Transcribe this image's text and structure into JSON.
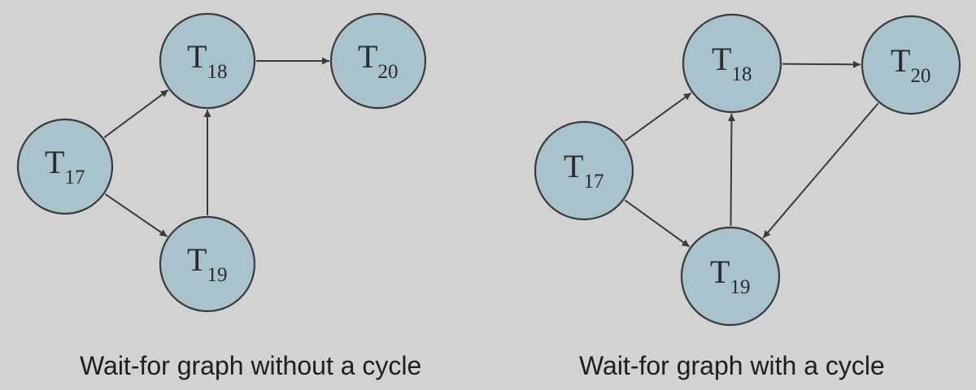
{
  "diagrams": [
    {
      "caption": "Wait-for graph without a cycle",
      "nodes": [
        {
          "id": "T17",
          "main": "T",
          "sub": "17"
        },
        {
          "id": "T18",
          "main": "T",
          "sub": "18"
        },
        {
          "id": "T19",
          "main": "T",
          "sub": "19"
        },
        {
          "id": "T20",
          "main": "T",
          "sub": "20"
        }
      ],
      "edges": [
        {
          "from": "T17",
          "to": "T18"
        },
        {
          "from": "T17",
          "to": "T19"
        },
        {
          "from": "T19",
          "to": "T18"
        },
        {
          "from": "T18",
          "to": "T20"
        }
      ]
    },
    {
      "caption": "Wait-for graph with a cycle",
      "nodes": [
        {
          "id": "T17",
          "main": "T",
          "sub": "17"
        },
        {
          "id": "T18",
          "main": "T",
          "sub": "18"
        },
        {
          "id": "T19",
          "main": "T",
          "sub": "19"
        },
        {
          "id": "T20",
          "main": "T",
          "sub": "20"
        }
      ],
      "edges": [
        {
          "from": "T17",
          "to": "T18"
        },
        {
          "from": "T17",
          "to": "T19"
        },
        {
          "from": "T19",
          "to": "T18"
        },
        {
          "from": "T18",
          "to": "T20"
        },
        {
          "from": "T20",
          "to": "T19"
        }
      ]
    }
  ],
  "colors": {
    "node_fill": "#a9c3cd",
    "node_stroke": "#3a3a3a",
    "edge": "#3a3a3a",
    "background": "#d2d2d2"
  }
}
